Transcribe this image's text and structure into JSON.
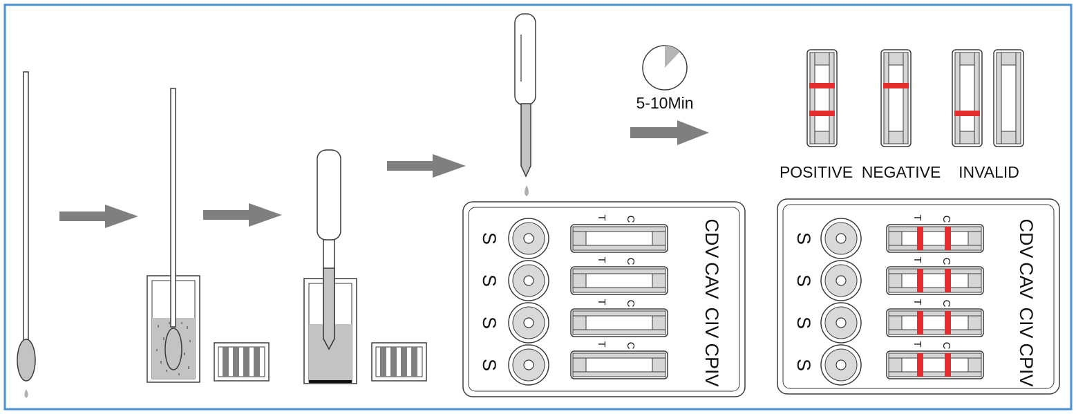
{
  "colors": {
    "frame_border": "#4a8fd0",
    "arrow": "#7f7f7f",
    "liquid": "#c3c3c3",
    "test_line": "#e52d2d",
    "outline": "#3a3a3a"
  },
  "icons": {
    "timer": "clock-icon",
    "arrow": "right-arrow-icon"
  },
  "timer": {
    "label": "5-10Min",
    "elapsed_fraction": 0.12
  },
  "results": [
    {
      "label": "POSITIVE",
      "lines": [
        "C",
        "T"
      ]
    },
    {
      "label": "NEGATIVE",
      "lines": [
        "C"
      ]
    },
    {
      "label": "INVALID",
      "lines": [
        "T"
      ]
    },
    {
      "label": "",
      "lines": []
    }
  ],
  "results_heading": {
    "positive": "POSITIVE",
    "negative": "NEGATIVE",
    "invalid": "INVALID"
  },
  "card": {
    "sample_label": "S",
    "t_label": "T",
    "c_label": "C",
    "rows": [
      {
        "name": "CDV"
      },
      {
        "name": "CAV"
      },
      {
        "name": "CIV"
      },
      {
        "name": "CPIV"
      }
    ]
  }
}
